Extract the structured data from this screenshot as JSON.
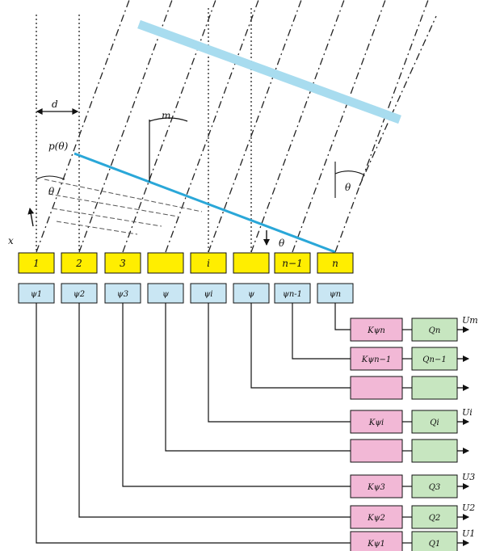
{
  "colors": {
    "element": "#ffee00",
    "phase": "#c9e6f3",
    "multiplier": "#f2b8d6",
    "q": "#c7e6c0",
    "wavefront": "#2aa7d8",
    "wavefront_far": "#a8dcef",
    "line": "#111111"
  },
  "symbols": {
    "spacing": "d",
    "angle_top": "m",
    "wave": "p(θ)",
    "theta_left": "θ",
    "theta_mid": "θ",
    "theta_right": "θ",
    "axis": "x"
  },
  "columns": [
    {
      "element": "1",
      "phase": "ψ1"
    },
    {
      "element": "2",
      "phase": "ψ2"
    },
    {
      "element": "3",
      "phase": "ψ3"
    },
    {
      "element": "",
      "phase": "ψ"
    },
    {
      "element": "i",
      "phase": "ψi"
    },
    {
      "element": "",
      "phase": "ψ"
    },
    {
      "element": "n−1",
      "phase": "ψn-1"
    },
    {
      "element": "n",
      "phase": "ψn"
    }
  ],
  "outputs": [
    {
      "mult": "Kψn",
      "q": "Qn",
      "label": "Um"
    },
    {
      "mult": "Kψn−1",
      "q": "Qn−1",
      "label": ""
    },
    {
      "mult": "",
      "q": "",
      "label": ""
    },
    {
      "mult": "Kψi",
      "q": "Qi",
      "label": "Ui"
    },
    {
      "mult": "",
      "q": "",
      "label": ""
    },
    {
      "mult": "Kψ3",
      "q": "Q3",
      "label": "U3"
    },
    {
      "mult": "Kψ2",
      "q": "Q2",
      "label": "U2"
    },
    {
      "mult": "Kψ1",
      "q": "Q1",
      "label": "U1"
    }
  ]
}
